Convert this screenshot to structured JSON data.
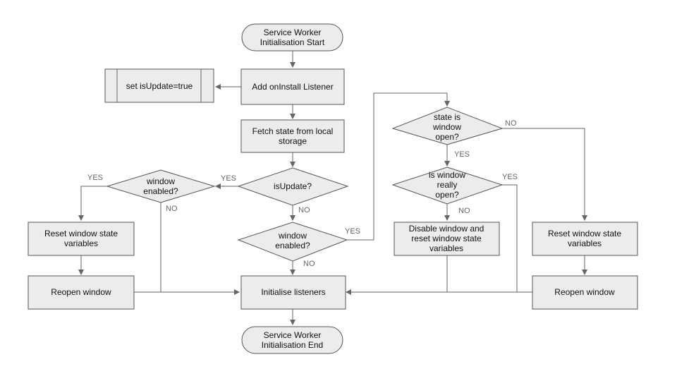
{
  "nodes": {
    "start": {
      "lines": [
        "Service Worker",
        "Initialisation Start"
      ]
    },
    "add_listener": {
      "lines": [
        "Add onInstall Listener"
      ]
    },
    "set_update": {
      "lines": [
        "set isUpdate=true"
      ]
    },
    "fetch_state": {
      "lines": [
        "Fetch state from local",
        "storage"
      ]
    },
    "is_update": {
      "lines": [
        "isUpdate?"
      ]
    },
    "window_enabled_left": {
      "lines": [
        "window",
        "enabled?"
      ]
    },
    "window_enabled_mid": {
      "lines": [
        "window",
        "enabled?"
      ]
    },
    "reset_left": {
      "lines": [
        "Reset window state",
        "variables"
      ]
    },
    "reopen_left": {
      "lines": [
        "Reopen window"
      ]
    },
    "init_listeners": {
      "lines": [
        "Initialise listeners"
      ]
    },
    "end": {
      "lines": [
        "Service Worker",
        "Initialisation End"
      ]
    },
    "state_open": {
      "lines": [
        "state is",
        "window",
        "open?"
      ]
    },
    "really_open": {
      "lines": [
        "is window",
        "really",
        "open?"
      ]
    },
    "disable_window": {
      "lines": [
        "Disable window and",
        "reset window state",
        "variables"
      ]
    },
    "reset_right": {
      "lines": [
        "Reset window state",
        "variables"
      ]
    },
    "reopen_right": {
      "lines": [
        "Reopen window"
      ]
    }
  },
  "edge_labels": {
    "is_update_yes": "YES",
    "is_update_no": "NO",
    "enabled_left_yes": "YES",
    "enabled_left_no": "NO",
    "enabled_mid_yes": "YES",
    "enabled_mid_no": "NO",
    "state_open_yes": "YES",
    "state_open_no": "NO",
    "really_open_yes": "YES",
    "really_open_no": "NO"
  },
  "colors": {
    "node_fill": "#ececec",
    "node_stroke": "#555555",
    "edge": "#666666",
    "label": "#666666"
  }
}
